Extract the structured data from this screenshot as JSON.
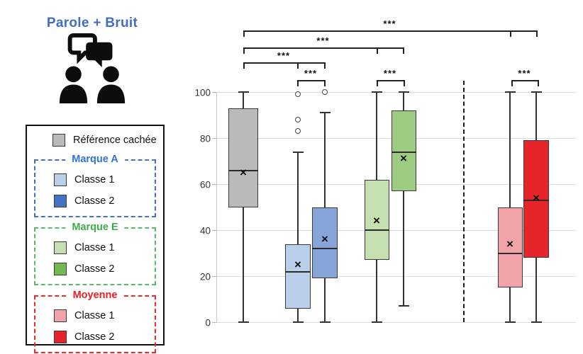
{
  "left_panel": {
    "title": "Parole + Bruit",
    "title_color": "#3f6ec5",
    "icon": "people-talking-icon"
  },
  "legend": {
    "reference": {
      "label": "Référence cachée",
      "color": "#bababa"
    },
    "groups": [
      {
        "title": "Marque A",
        "title_color": "#2e74d9",
        "border_color": "#4472c4",
        "items": [
          {
            "label": "Classe 1",
            "color": "#bacfe9"
          },
          {
            "label": "Classe 2",
            "color": "#4472c4"
          }
        ]
      },
      {
        "title": "Marque E",
        "title_color": "#3fae4a",
        "border_color": "#57bd6b",
        "items": [
          {
            "label": "Classe 1",
            "color": "#c5dfb1"
          },
          {
            "label": "Classe 2",
            "color": "#74b851"
          }
        ]
      },
      {
        "title": "Moyenne",
        "title_color": "#ee1d23",
        "border_color": "#ee2a2a",
        "items": [
          {
            "label": "Classe 1",
            "color": "#f2a3aa"
          },
          {
            "label": "Classe 2",
            "color": "#e8242b"
          }
        ]
      }
    ]
  },
  "chart_data": {
    "type": "boxplot",
    "title": "",
    "xlabel": "",
    "ylabel": "",
    "ylim": [
      0,
      100
    ],
    "yticks": [
      0,
      20,
      40,
      60,
      80,
      100
    ],
    "grid": "horizontal",
    "significance_label": "***",
    "series": [
      {
        "name": "Référence cachée",
        "x": 343,
        "width": 42,
        "fill": "#bababa",
        "whisker_low": 0,
        "q1": 50,
        "median": 66,
        "mean": 65,
        "q3": 93,
        "whisker_high": 100,
        "outliers": []
      },
      {
        "name": "Marque A - Classe 1",
        "x": 420,
        "width": 36,
        "fill": "#bacfe9",
        "whisker_low": 0,
        "q1": 6,
        "median": 22,
        "mean": 25,
        "q3": 34,
        "whisker_high": 74,
        "outliers": [
          83,
          88,
          99
        ]
      },
      {
        "name": "Marque A - Classe 2",
        "x": 458,
        "width": 36,
        "fill": "#87a5d9",
        "whisker_low": 0,
        "q1": 19,
        "median": 32,
        "mean": 36,
        "q3": 50,
        "whisker_high": 91,
        "outliers": [
          100
        ]
      },
      {
        "name": "Marque E - Classe 1",
        "x": 531,
        "width": 35,
        "fill": "#c5dfb1",
        "whisker_low": 0,
        "q1": 27,
        "median": 40,
        "mean": 44,
        "q3": 62,
        "whisker_high": 100,
        "outliers": []
      },
      {
        "name": "Marque E - Classe 2",
        "x": 569,
        "width": 35,
        "fill": "#9ecb82",
        "whisker_low": 7,
        "q1": 57,
        "median": 74,
        "mean": 71,
        "q3": 92,
        "whisker_high": 100,
        "outliers": []
      },
      {
        "name": "Moyenne - Classe 1",
        "x": 719,
        "width": 35,
        "fill": "#f2a3aa",
        "whisker_low": 0,
        "q1": 15,
        "median": 30,
        "mean": 34,
        "q3": 50,
        "whisker_high": 100,
        "outliers": []
      },
      {
        "name": "Moyenne - Classe 2",
        "x": 756,
        "width": 36,
        "fill": "#e8242b",
        "whisker_low": 0,
        "q1": 28,
        "median": 53,
        "mean": 54,
        "q3": 79,
        "whisker_high": 100,
        "outliers": []
      }
    ],
    "divider_x": 653,
    "brackets": [
      {
        "label": "***",
        "y": 43,
        "x1": 343,
        "x2": 756,
        "ticks": [
          343,
          719,
          756
        ]
      },
      {
        "label": "***",
        "y": 67,
        "x1": 343,
        "x2": 568,
        "ticks": [
          343,
          531,
          568
        ]
      },
      {
        "label": "***",
        "y": 88,
        "x1": 343,
        "x2": 457,
        "ticks": [
          343,
          419,
          457
        ]
      },
      {
        "label": "***",
        "y": 113,
        "x1": 419,
        "x2": 457,
        "ticks": [
          419,
          457
        ]
      },
      {
        "label": "***",
        "y": 113,
        "x1": 531,
        "x2": 569,
        "ticks": [
          531,
          569
        ]
      },
      {
        "label": "***",
        "y": 113,
        "x1": 721,
        "x2": 758,
        "ticks": [
          721,
          758
        ]
      }
    ],
    "layout": {
      "plot_top": 130,
      "plot_bottom": 455,
      "plot_left": 305,
      "plot_right": 812
    }
  }
}
